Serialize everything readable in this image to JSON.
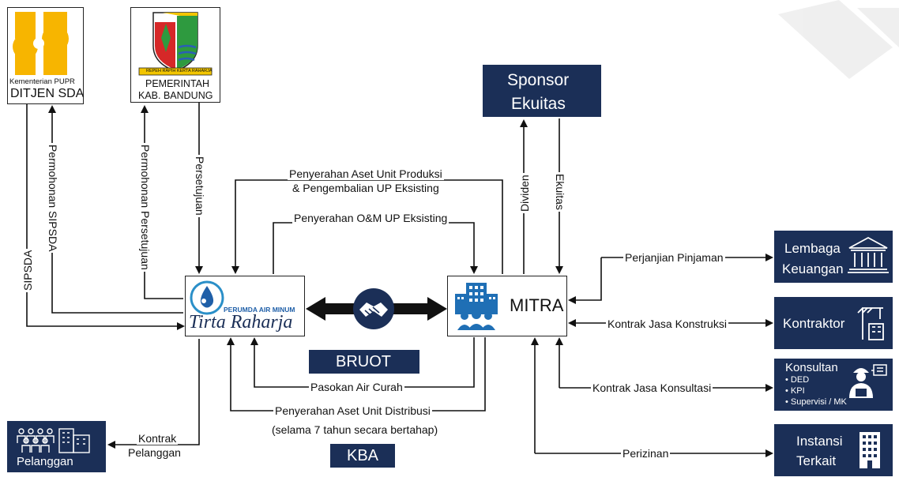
{
  "pupr": {
    "line1": "Kementerian PUPR",
    "line2": "DITJEN SDA"
  },
  "bandung": {
    "motto": "REPEH RAPIH KERTA RAHARJA",
    "line1": "PEMERINTAH",
    "line2": "KAB. BANDUNG"
  },
  "tirta": {
    "small": "PERUMDA AIR MINUM",
    "name": "Tirta Raharja"
  },
  "mitra": {
    "name": "MITRA"
  },
  "sponsor": {
    "line1": "Sponsor",
    "line2": "Ekuitas"
  },
  "bruot": "BRUOT",
  "kba": "KBA",
  "pelanggan": "Pelanggan",
  "right": {
    "lembaga": {
      "line1": "Lembaga",
      "line2": "Keuangan"
    },
    "kontraktor": "Kontraktor",
    "konsultan": {
      "title": "Konsultan",
      "items": [
        "DED",
        "KPI",
        "Supervisi / MK"
      ]
    },
    "instansi": {
      "line1": "Instansi",
      "line2": "Terkait"
    }
  },
  "labels": {
    "sipsda": "SIPSDA",
    "permohonan_sipsda": "Permohonan SIPSDA",
    "permohonan_persetujuan": "Permohonan Persetujuan",
    "persetujuan": "Persetujuan",
    "serah_produksi_1": "Penyerahan Aset Unit Produksi",
    "serah_produksi_2": "& Pengembalian UP Eksisting",
    "serah_om": "Penyerahan O&M UP Eksisting",
    "dividen": "Dividen",
    "ekuitas": "Ekuitas",
    "perjanjian": "Perjanjian Pinjaman",
    "kontrak_konstruksi": "Kontrak Jasa Konstruksi",
    "kontrak_konsultasi": "Kontrak Jasa Konsultasi",
    "perizinan": "Perizinan",
    "pasokan": "Pasokan Air Curah",
    "serah_distribusi_1": "Penyerahan Aset Unit Distribusi",
    "serah_distribusi_2": "(selama 7 tahun secara bertahap)",
    "kontrak_pelanggan_1": "Kontrak",
    "kontrak_pelanggan_2": "Pelanggan"
  },
  "colors": {
    "navy": "#1b2f57",
    "pupr_yellow": "#f7b500",
    "line": "#111111"
  }
}
